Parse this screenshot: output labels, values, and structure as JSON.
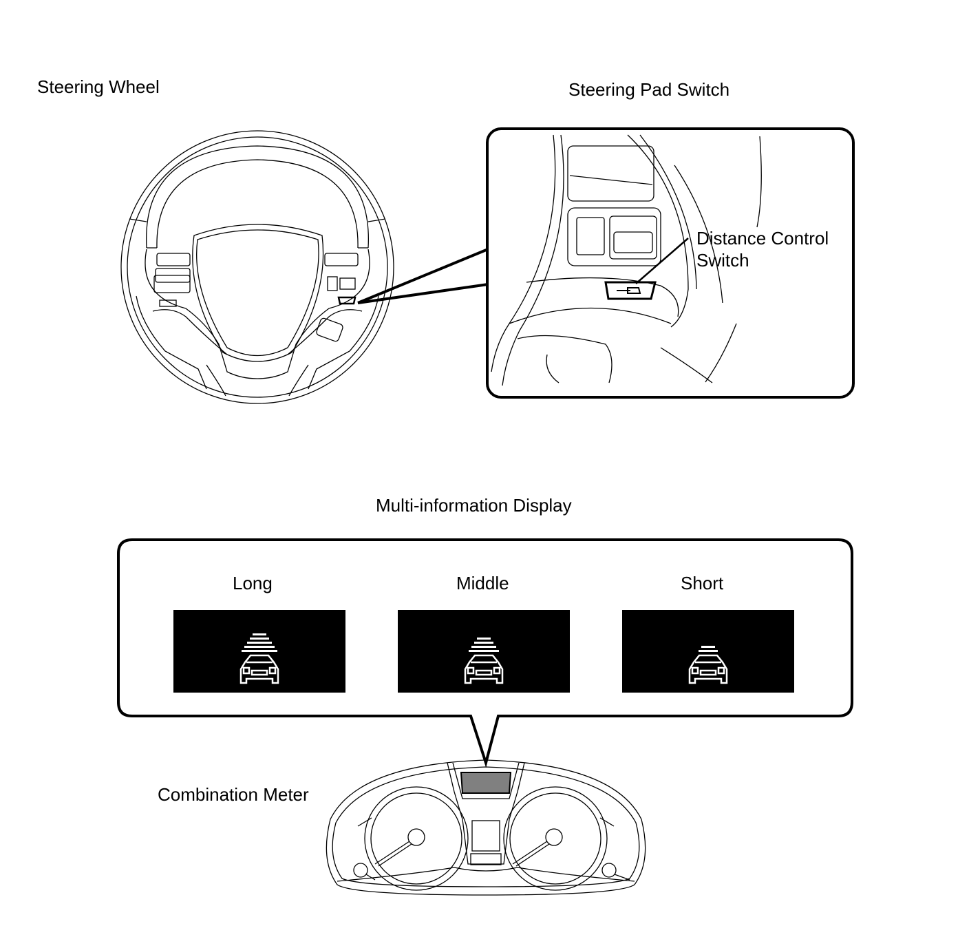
{
  "labels": {
    "steering_wheel": "Steering Wheel",
    "steering_pad_switch": "Steering Pad Switch",
    "distance_control_switch_line1": "Distance Control",
    "distance_control_switch_line2": "Switch",
    "multi_information_display": "Multi-information Display",
    "combination_meter": "Combination Meter"
  },
  "modes": [
    {
      "label": "Long",
      "bars": 5
    },
    {
      "label": "Middle",
      "bars": 4
    },
    {
      "label": "Short",
      "bars": 2
    }
  ],
  "icons": [
    "steering-wheel-icon",
    "distance-control-switch-icon",
    "vehicle-ahead-icon",
    "combination-meter-icon"
  ],
  "colors": {
    "line": "#000000",
    "display_bg": "#000000",
    "display_fg": "#ffffff",
    "highlight": "#808080"
  }
}
